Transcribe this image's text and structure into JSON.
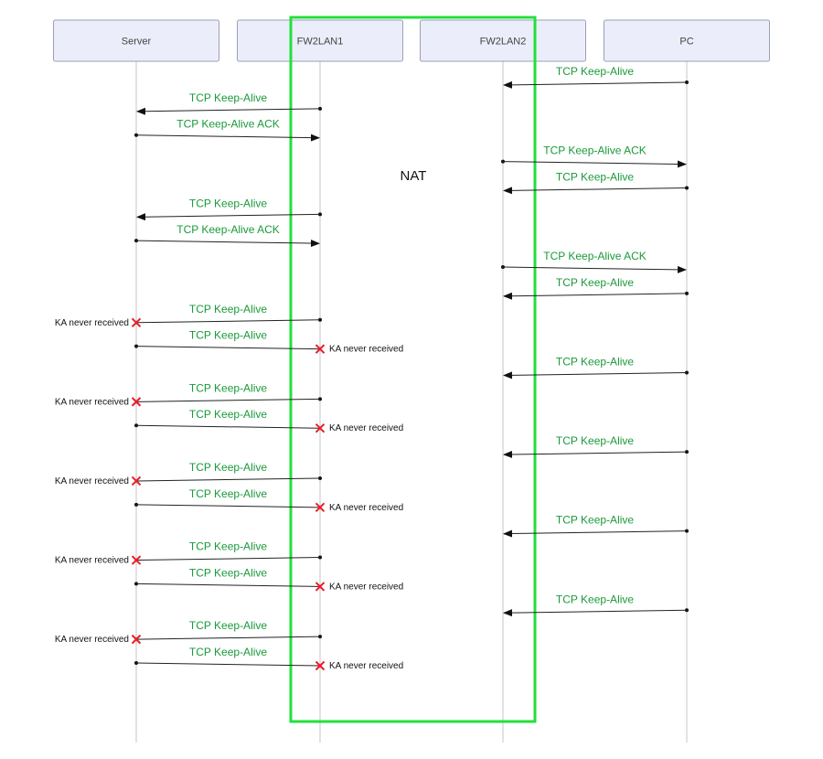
{
  "actors": [
    {
      "id": "server",
      "label": "Server"
    },
    {
      "id": "fw1",
      "label": "FW2LAN1"
    },
    {
      "id": "fw2",
      "label": "FW2LAN2"
    },
    {
      "id": "pc",
      "label": "PC"
    }
  ],
  "nat_label": "NAT",
  "colors": {
    "message_label": "#1a9a3a",
    "nat_box": "#22e03a",
    "lost_marker": "#e8202a",
    "actor_fill": "#ebeefa"
  },
  "messages": [
    {
      "from": "pc",
      "to": "fw2",
      "label": "TCP Keep-Alive"
    },
    {
      "from": "fw1",
      "to": "server",
      "label": "TCP Keep-Alive"
    },
    {
      "from": "server",
      "to": "fw1",
      "label": "TCP Keep-Alive ACK"
    },
    {
      "from": "fw2",
      "to": "pc",
      "label": "TCP Keep-Alive ACK"
    },
    {
      "from": "pc",
      "to": "fw2",
      "label": "TCP Keep-Alive"
    },
    {
      "from": "fw1",
      "to": "server",
      "label": "TCP Keep-Alive"
    },
    {
      "from": "server",
      "to": "fw1",
      "label": "TCP Keep-Alive ACK"
    },
    {
      "from": "fw2",
      "to": "pc",
      "label": "TCP Keep-Alive ACK"
    },
    {
      "from": "pc",
      "to": "fw2",
      "label": "TCP Keep-Alive"
    },
    {
      "from": "fw1",
      "to": "server",
      "label": "TCP Keep-Alive",
      "lost": true,
      "note": "KA never received"
    },
    {
      "from": "server",
      "to": "fw1",
      "label": "TCP Keep-Alive",
      "lost": true,
      "note": "KA never received"
    },
    {
      "from": "pc",
      "to": "fw2",
      "label": "TCP Keep-Alive"
    },
    {
      "from": "fw1",
      "to": "server",
      "label": "TCP Keep-Alive",
      "lost": true,
      "note": "KA never received"
    },
    {
      "from": "server",
      "to": "fw1",
      "label": "TCP Keep-Alive",
      "lost": true,
      "note": "KA never received"
    },
    {
      "from": "pc",
      "to": "fw2",
      "label": "TCP Keep-Alive"
    },
    {
      "from": "fw1",
      "to": "server",
      "label": "TCP Keep-Alive",
      "lost": true,
      "note": "KA never received"
    },
    {
      "from": "server",
      "to": "fw1",
      "label": "TCP Keep-Alive",
      "lost": true,
      "note": "KA never received"
    },
    {
      "from": "pc",
      "to": "fw2",
      "label": "TCP Keep-Alive"
    },
    {
      "from": "fw1",
      "to": "server",
      "label": "TCP Keep-Alive",
      "lost": true,
      "note": "KA never received"
    },
    {
      "from": "server",
      "to": "fw1",
      "label": "TCP Keep-Alive",
      "lost": true,
      "note": "KA never received"
    },
    {
      "from": "pc",
      "to": "fw2",
      "label": "TCP Keep-Alive"
    },
    {
      "from": "fw1",
      "to": "server",
      "label": "TCP Keep-Alive",
      "lost": true,
      "note": "KA never received"
    },
    {
      "from": "server",
      "to": "fw1",
      "label": "TCP Keep-Alive",
      "lost": true,
      "note": "KA never received"
    }
  ]
}
